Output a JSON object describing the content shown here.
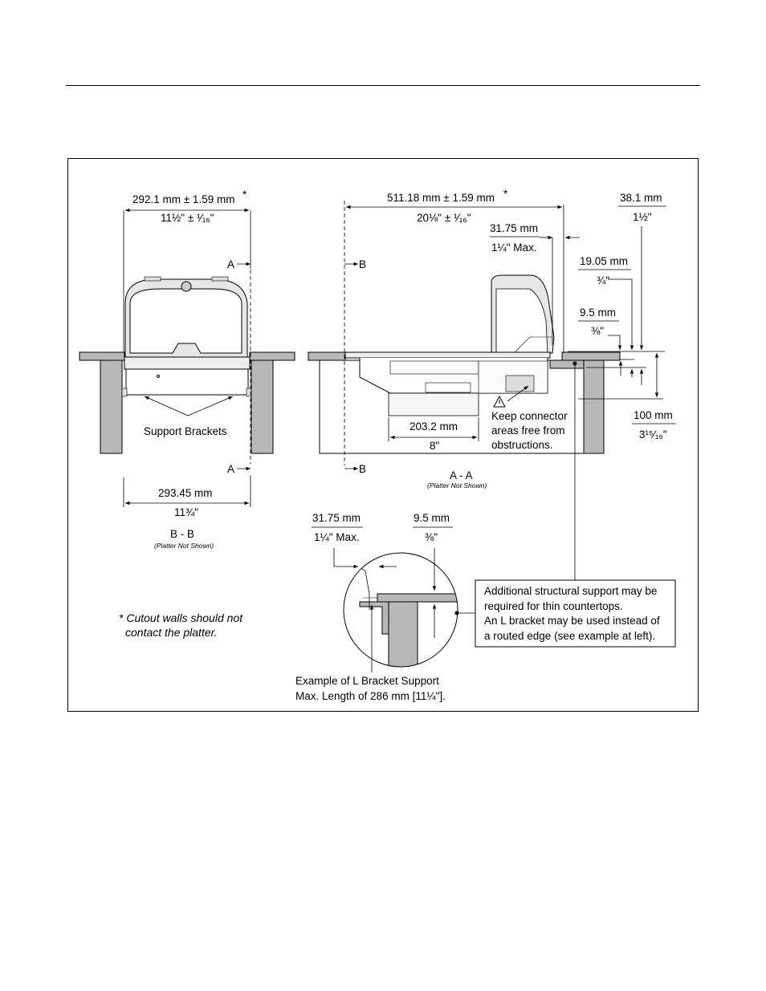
{
  "left_view": {
    "overall_mm": "292.1 mm ± 1.59 mm",
    "overall_star": "*",
    "overall_in": "11½\" ± ¹⁄₁₆\"",
    "section_a": "A",
    "support_brackets": "Support Brackets",
    "inner_mm": "293.45 mm",
    "inner_in": "11¾\"",
    "section_title": "B - B",
    "section_note": "(Platter Not Shown)"
  },
  "right_view": {
    "overall_mm": "511.18 mm ± 1.59 mm",
    "overall_star": "*",
    "overall_in": "20⅛\" ± ¹⁄₁₆\"",
    "section_b": "B",
    "max_mm": "31.75 mm",
    "max_in": "1¼\" Max.",
    "dim_381_mm": "38.1 mm",
    "dim_381_in": "1½\"",
    "dim_1905_mm": "19.05 mm",
    "dim_1905_in": "¾\"",
    "dim_95_mm": "9.5 mm",
    "dim_95_in": "⅜\"",
    "connector_note": [
      "Keep connector",
      "areas free from",
      "obstructions."
    ],
    "width_mm": "203.2 mm",
    "width_in": "8\"",
    "depth_mm": "100 mm",
    "depth_in": "3¹⁵⁄₁₆\"",
    "section_title": "A - A",
    "section_note": "(Platter Not Shown)"
  },
  "detail": {
    "max_mm": "31.75 mm",
    "max_in": "1¼\" Max.",
    "gap_mm": "9.5 mm",
    "gap_in": "⅜\"",
    "l_bracket_caption": [
      "Example of L Bracket Support",
      "Max. Length of 286 mm [11¼\"]."
    ],
    "support_note": [
      "Additional structural support may be",
      "required for thin countertops.",
      "An L bracket may be used instead of",
      "a routed edge (see example at left)."
    ]
  },
  "footnote": [
    "* Cutout walls should not",
    "contact the platter."
  ],
  "colors": {
    "counter_gray": "#b8b8b8",
    "line": "#000000"
  }
}
